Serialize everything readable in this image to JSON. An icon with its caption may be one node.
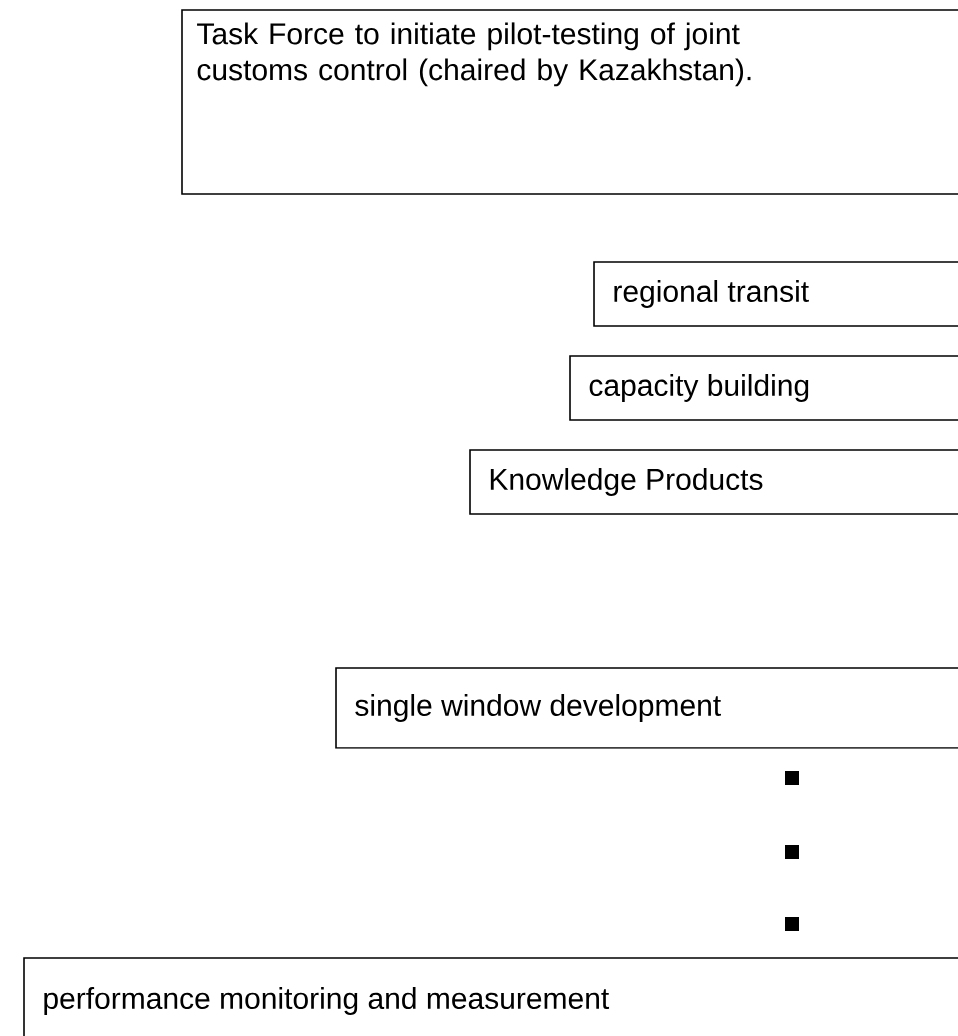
{
  "diagram": {
    "nodes": [
      {
        "text": [
          "Task Force to initiate pilot-testing of joint customs control (chaired by Kazakhstan)."
        ]
      },
      {
        "text": [
          "regional transit"
        ]
      },
      {
        "text": [
          "capacity building"
        ]
      },
      {
        "text": [
          "Knowledge Products"
        ]
      },
      {
        "text": [
          "single window development"
        ]
      },
      {
        "text": [
          "performance monitoring and measurement"
        ]
      }
    ]
  }
}
